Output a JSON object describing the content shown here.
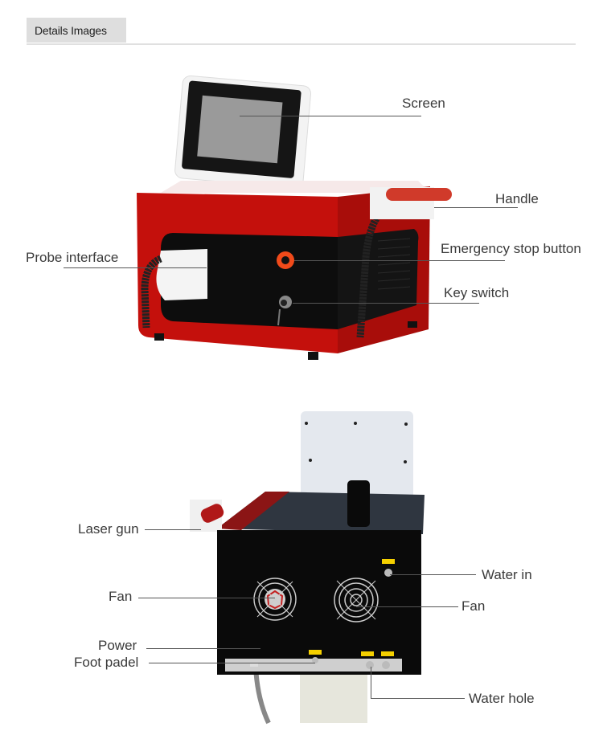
{
  "header": {
    "title": "Details Images"
  },
  "front_view": {
    "labels": {
      "screen": "Screen",
      "handle": "Handle",
      "probe_interface": "Probe interface",
      "emergency_stop": "Emergency stop button",
      "key_switch": "Key switch"
    },
    "colors": {
      "body": "#c4100c",
      "panel": "#0d0d0d",
      "screen": "#9a9a9a",
      "stop_button": "#f04a1a"
    }
  },
  "back_view": {
    "labels": {
      "laser_gun": "Laser gun",
      "fan_left": "Fan",
      "power": "Power",
      "foot_padel": "Foot padel",
      "water_in": "Water in",
      "fan_right": "Fan",
      "water_hole": "Water hole"
    },
    "colors": {
      "panel": "#0a0a0a",
      "top": "#8b1515",
      "stand": "#e6e6dc",
      "tag": "#f5d000"
    }
  }
}
